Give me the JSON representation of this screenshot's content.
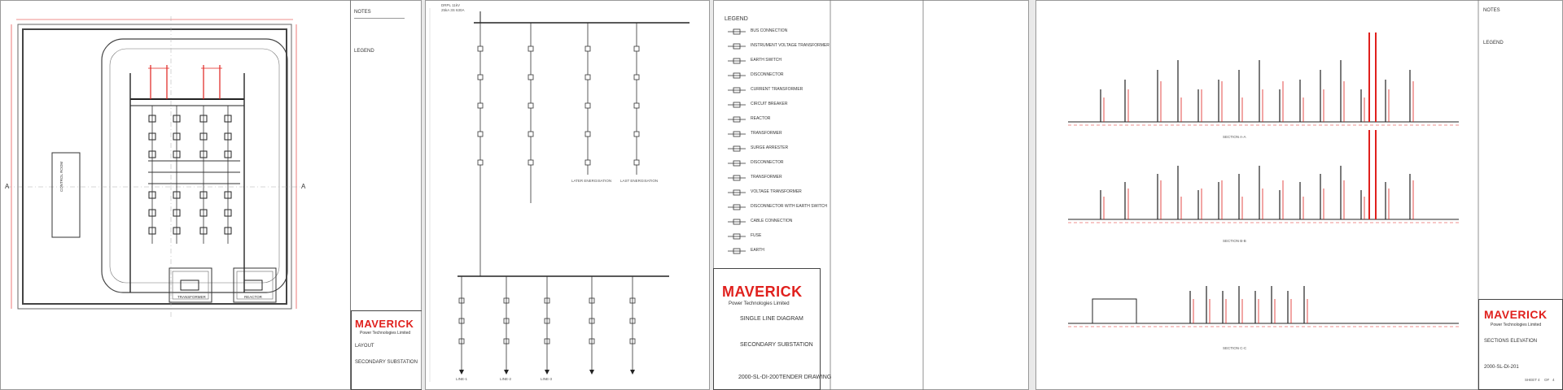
{
  "brand": {
    "name": "MAVERICK",
    "subtitle": "Power Technologies Limited",
    "accent_color": "#e0201d"
  },
  "sheet1": {
    "title": "LAYOUT",
    "subtitle": "SECONDARY SUBSTATION",
    "notes_heading": "NOTES",
    "legend_heading": "LEGEND",
    "labels": {
      "control_room": "CONTROL ROOM",
      "transformer": "TRANSFORMER",
      "reactor": "REACTOR",
      "section_mark": "A"
    }
  },
  "sheet2": {
    "incomer": "DRPL 11kV\n25kA 3S 630A",
    "feeders_bottom": [
      "LINE-1",
      "LINE-2",
      "LINE-3"
    ],
    "feeders_right": [
      "LATER ENERGISATION",
      "LAST ENERGISATION"
    ]
  },
  "sheet3": {
    "legend_heading": "LEGEND",
    "legend_items": [
      {
        "icon": "bus-connection-icon",
        "label": "BUS CONNECTION"
      },
      {
        "icon": "instrument-transformer-icon",
        "label": "INSTRUMENT VOLTAGE TRANSFORMER"
      },
      {
        "icon": "earth-switch-icon",
        "label": "EARTH SWITCH"
      },
      {
        "icon": "disconnector-icon",
        "label": "DISCONNECTOR"
      },
      {
        "icon": "current-transformer-icon",
        "label": "CURRENT TRANSFORMER"
      },
      {
        "icon": "circuit-breaker-icon",
        "label": "CIRCUIT BREAKER"
      },
      {
        "icon": "reactor-icon",
        "label": "REACTOR"
      },
      {
        "icon": "transformer-icon",
        "label": "TRANSFORMER"
      },
      {
        "icon": "surge-arrester-icon",
        "label": "SURGE ARRESTER"
      },
      {
        "icon": "disconnector-2-icon",
        "label": "DISCONNECTOR"
      },
      {
        "icon": "transformer-2-icon",
        "label": "TRANSFORMER"
      },
      {
        "icon": "voltage-transformer-icon",
        "label": "VOLTAGE TRANSFORMER"
      },
      {
        "icon": "disconnector-earth-icon",
        "label": "DISCONNECTOR WITH EARTH SWITCH"
      },
      {
        "icon": "cable-connection-icon",
        "label": "CABLE CONNECTION"
      },
      {
        "icon": "fuse-icon",
        "label": "FUSE"
      },
      {
        "icon": "earth-icon",
        "label": "EARTH"
      }
    ],
    "drawing_title": "SINGLE LINE DIAGRAM",
    "project": "SECONDARY SUBSTATION",
    "drawing_no": "2000-SL-DI-200",
    "status": "TENDER DRAWING"
  },
  "sheet4": {
    "sections": [
      "SECTION A-A",
      "SECTION B-B",
      "SECTION C-C"
    ],
    "notes_heading": "NOTES",
    "legend_heading": "LEGEND",
    "title": "SECTIONS ELEVATION",
    "drawing_no": "2000-SL-DI-201",
    "sheet_label": "SHEET",
    "sheet_value": "4",
    "of_label": "OF",
    "of_value": "4"
  }
}
